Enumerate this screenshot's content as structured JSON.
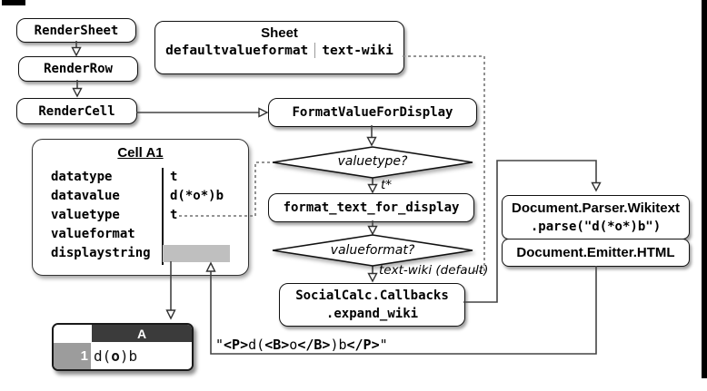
{
  "colors": {
    "canvas": "#ffffff",
    "line": "#444444",
    "dashed_line": "#858585",
    "node_border": "#111111",
    "displaystring_fill": "#bfbfbf",
    "col_header_bg": "#3b3b3b",
    "row_header_bg": "#9c9c9c",
    "edge_strip": "#000000"
  },
  "flow": {
    "render_sheet": "RenderSheet",
    "render_row": "RenderRow",
    "render_cell": "RenderCell",
    "sheet_title": "Sheet",
    "sheet_field": "defaultvalueformat",
    "sheet_value": "text-wiki",
    "format_value_for_display": "FormatValueForDisplay",
    "valuetype_q": "valuetype?",
    "valuetype_result": "t*",
    "format_text_for_display": "format_text_for_display",
    "valueformat_q": "valueformat?",
    "valueformat_result": "text-wiki (default)",
    "expand_wiki_1": "SocialCalc.Callbacks",
    "expand_wiki_2": ".expand_wiki",
    "parser_1": "Document.Parser.Wikitext",
    "parser_2": ".parse(\"d(*o*)b\")",
    "emitter": "Document.Emitter.HTML"
  },
  "cell_a1": {
    "title": "Cell A1",
    "rows": [
      {
        "label": "datatype",
        "value": "t"
      },
      {
        "label": "datavalue",
        "value": "d(*o*)b"
      },
      {
        "label": "valuetype",
        "value": "t"
      },
      {
        "label": "valueformat",
        "value": ""
      },
      {
        "label": "displaystring",
        "value": ""
      }
    ]
  },
  "mini_sheet": {
    "col_header": "A",
    "row_header": "1",
    "cell": [
      {
        "text": "d(",
        "bold": false
      },
      {
        "text": "o",
        "bold": true
      },
      {
        "text": ")b",
        "bold": false
      }
    ]
  },
  "output_string": [
    {
      "text": "\"",
      "bold": false
    },
    {
      "text": "<P>",
      "bold": true
    },
    {
      "text": "d(",
      "bold": false
    },
    {
      "text": "<B>",
      "bold": true
    },
    {
      "text": "o",
      "bold": false
    },
    {
      "text": "</B>",
      "bold": true
    },
    {
      "text": ")b",
      "bold": false
    },
    {
      "text": "</P>",
      "bold": true
    },
    {
      "text": "\"",
      "bold": false
    }
  ]
}
